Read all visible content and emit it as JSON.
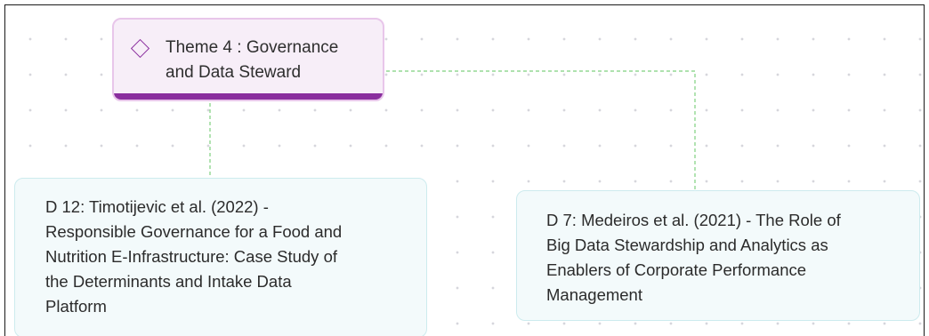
{
  "diagram": {
    "theme_node": {
      "icon": "diamond-icon",
      "title": "Theme 4 : Governance\nand Data Steward",
      "accent_color": "#8a2e9e",
      "fill_color": "#f7eef8"
    },
    "document_nodes": [
      {
        "id": "D 12",
        "label": "D 12: Timotijevic et al. (2022) -\nResponsible Governance for a Food and\nNutrition E-Infrastructure: Case Study of\nthe Determinants and Intake Data\nPlatform"
      },
      {
        "id": "D 7",
        "label": "D 7: Medeiros et al. (2021) - The Role of\nBig Data Stewardship and Analytics as\nEnablers of Corporate Performance\nManagement"
      }
    ],
    "connector_color": "#7ed07e",
    "document_fill_color": "#f3fafb"
  }
}
